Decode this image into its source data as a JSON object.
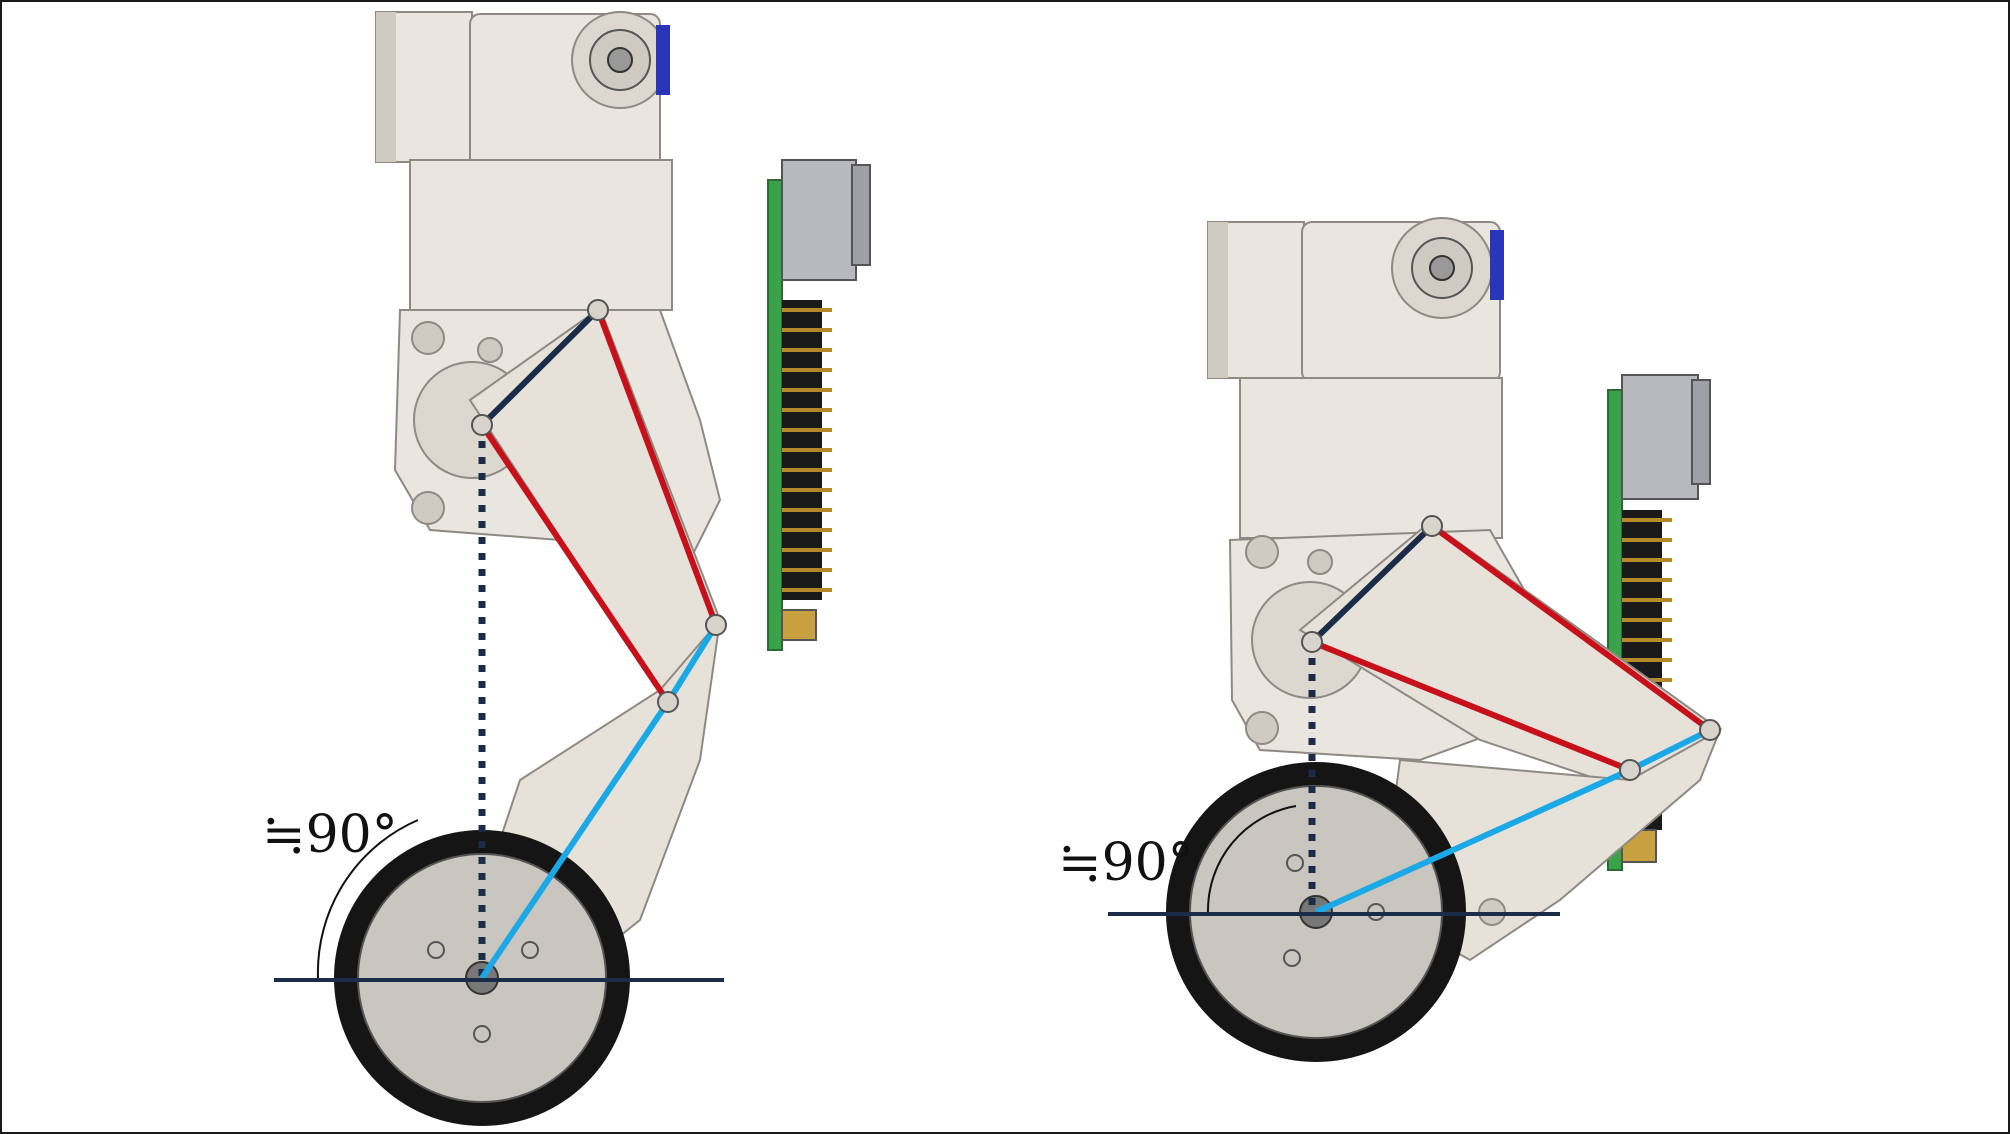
{
  "figure": {
    "panels": [
      {
        "id": "left",
        "angle_label": "≒90°"
      },
      {
        "id": "right",
        "angle_label": "≒90°"
      }
    ],
    "colors": {
      "frame": "#1a1a1a",
      "body_light": "#e9e6df",
      "body_shade": "#cfcbc2",
      "body_edge": "#8d8a84",
      "motor_blue": "#2a35b8",
      "pcb_green": "#3aa34a",
      "header_pins": "#b58a2a",
      "connector": "#222222",
      "tire": "#151515",
      "hub": "#c9c6c0",
      "link_red": "#c8101a",
      "link_navy": "#1b2c48",
      "link_cyan": "#1aa8e6",
      "ground_line": "#1b2c48"
    },
    "icons": [
      "robot-leg-mechanism",
      "wheel",
      "servo-motor",
      "control-board"
    ]
  }
}
